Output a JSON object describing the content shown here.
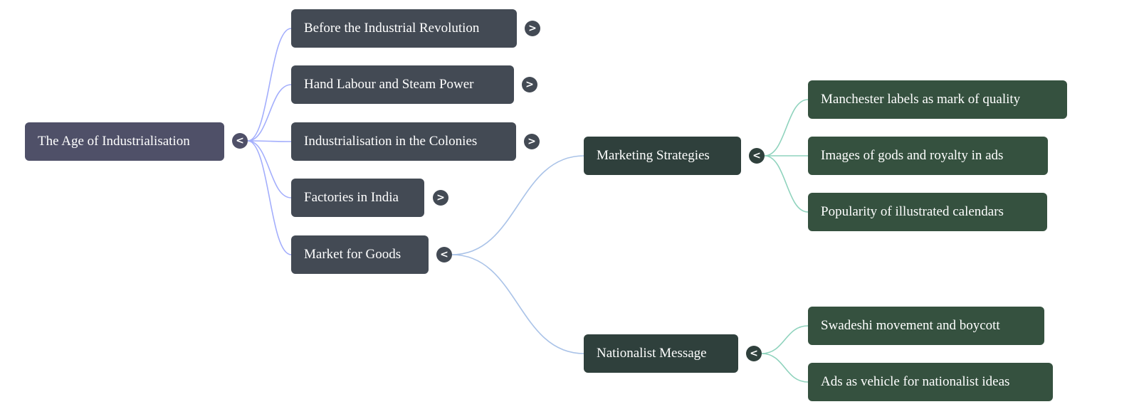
{
  "root": {
    "label": "The Age of Industrialisation",
    "toggle": "<"
  },
  "chapters": [
    {
      "label": "Before the Industrial Revolution",
      "toggle": ">"
    },
    {
      "label": "Hand Labour and Steam Power",
      "toggle": ">"
    },
    {
      "label": "Industrialisation in the Colonies",
      "toggle": ">"
    },
    {
      "label": "Factories in India",
      "toggle": ">"
    },
    {
      "label": "Market for Goods",
      "toggle": "<"
    }
  ],
  "topics": [
    {
      "label": "Marketing Strategies",
      "toggle": "<",
      "children": [
        "Manchester labels as mark of quality",
        "Images of gods and royalty in ads",
        "Popularity of illustrated calendars"
      ]
    },
    {
      "label": "Nationalist Message",
      "toggle": "<",
      "children": [
        "Swadeshi movement and boycott",
        "Ads as vehicle for nationalist ideas"
      ]
    }
  ],
  "colors": {
    "root": "#4f5068",
    "chapter": "#434a54",
    "topic": "#2f403c",
    "leaf": "#35513f",
    "link_root": "#a3aefc",
    "link_chapter": "#aac3e8",
    "link_topic": "#8fd3bd"
  }
}
